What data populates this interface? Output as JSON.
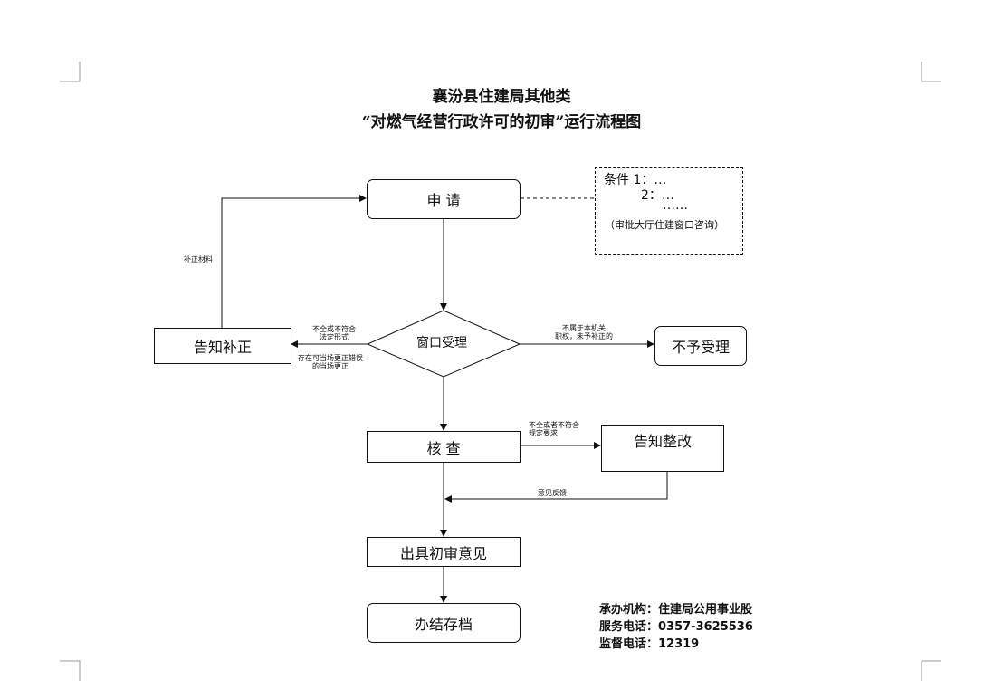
{
  "title": {
    "line1": "襄汾县住建局其他类",
    "line2": "“对燃气经营行政许可的初审”运行流程图"
  },
  "nodes": {
    "apply": "申 请",
    "window": "窗口受理",
    "notify_fix": "告知补正",
    "reject": "不予受理",
    "check": "核 查",
    "notify_rectify": "告知整改",
    "opinion": "出具初审意见",
    "archive": "办结存档"
  },
  "conditions": {
    "line1": "条件 1：…",
    "line2": "2：…",
    "line3": "……",
    "note": "（审批大厅住建窗口咨询）"
  },
  "edge_labels": {
    "supplement": "补正材料",
    "incomplete_l1": "不全或不符合",
    "incomplete_l2": "法定形式",
    "correct_l1": "存在可当场更正错误",
    "correct_l2": "的当场更正",
    "not_in_scope_l1": "不属于本机关",
    "not_in_scope_l2": "职权，未予补正的",
    "check_fail_l1": "不全或者不符合",
    "check_fail_l2": "规定要求",
    "feedback": "意见反馈"
  },
  "footer": {
    "org": "承办机构：住建局公用事业股",
    "service_phone": "服务电话：0357-3625536",
    "supervise_phone": "监督电话：12319"
  }
}
